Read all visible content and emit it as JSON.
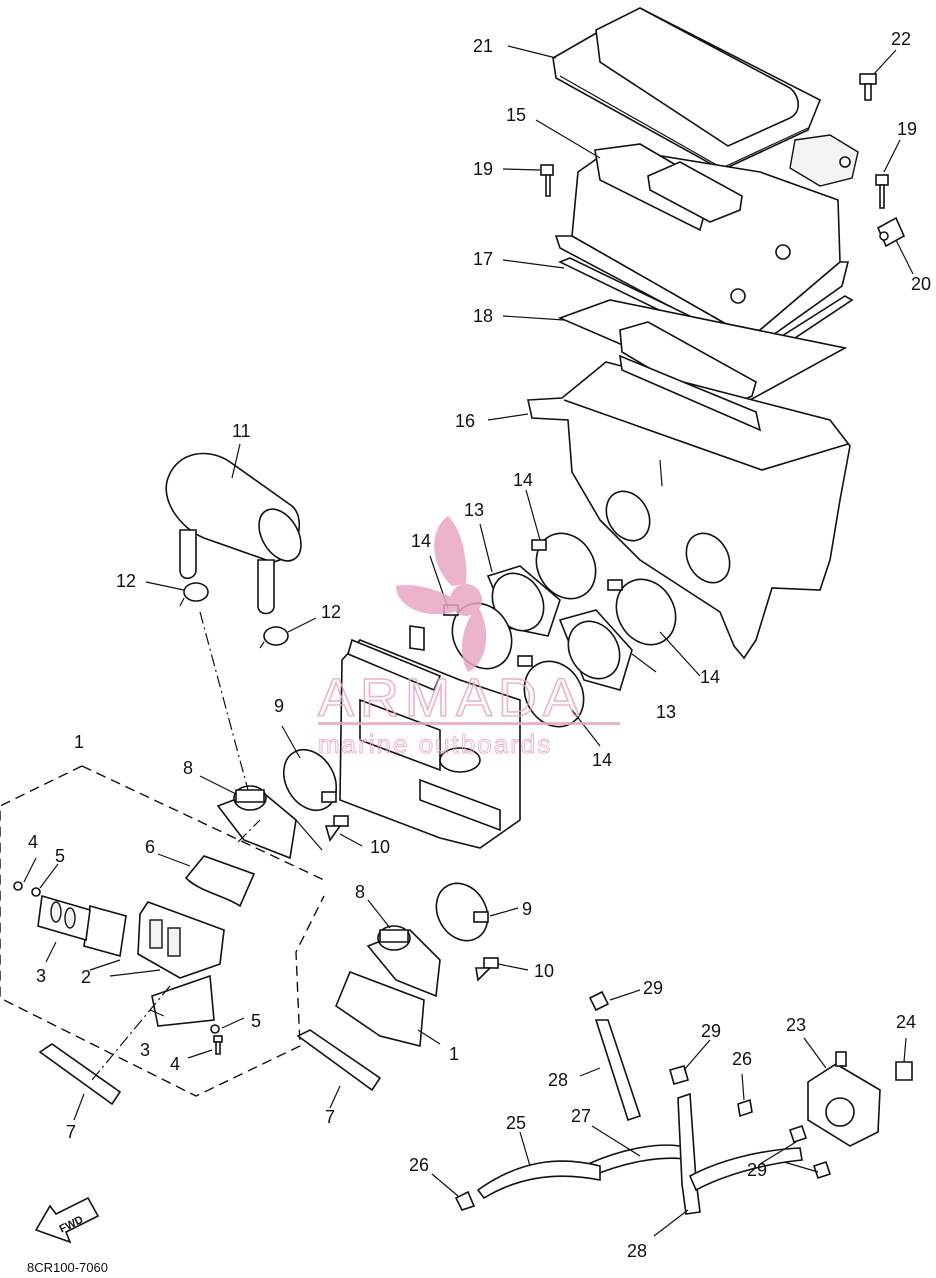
{
  "diagram": {
    "part_numbers": [
      "1",
      "2",
      "3",
      "4",
      "5",
      "6",
      "7",
      "8",
      "9",
      "10",
      "11",
      "12",
      "13",
      "14",
      "15",
      "16",
      "17",
      "18",
      "19",
      "20",
      "21",
      "22",
      "23",
      "24",
      "25",
      "26",
      "27",
      "28",
      "29"
    ],
    "callouts": [
      {
        "id": "c21",
        "label": "21"
      },
      {
        "id": "c22",
        "label": "22"
      },
      {
        "id": "c15",
        "label": "15"
      },
      {
        "id": "c19a",
        "label": "19"
      },
      {
        "id": "c19b",
        "label": "19"
      },
      {
        "id": "c17",
        "label": "17"
      },
      {
        "id": "c20",
        "label": "20"
      },
      {
        "id": "c18",
        "label": "18"
      },
      {
        "id": "c16",
        "label": "16"
      },
      {
        "id": "c11",
        "label": "11"
      },
      {
        "id": "c14a",
        "label": "14"
      },
      {
        "id": "c13a",
        "label": "13"
      },
      {
        "id": "c14b",
        "label": "14"
      },
      {
        "id": "c12a",
        "label": "12"
      },
      {
        "id": "c12b",
        "label": "12"
      },
      {
        "id": "c14c",
        "label": "14"
      },
      {
        "id": "c13b",
        "label": "13"
      },
      {
        "id": "c14d",
        "label": "14"
      },
      {
        "id": "c9a",
        "label": "9"
      },
      {
        "id": "c1a",
        "label": "1"
      },
      {
        "id": "c8a",
        "label": "8"
      },
      {
        "id": "c4a",
        "label": "4"
      },
      {
        "id": "c5a",
        "label": "5"
      },
      {
        "id": "c6",
        "label": "6"
      },
      {
        "id": "c10a",
        "label": "10"
      },
      {
        "id": "c8b",
        "label": "8"
      },
      {
        "id": "c9b",
        "label": "9"
      },
      {
        "id": "c3a",
        "label": "3"
      },
      {
        "id": "c2",
        "label": "2"
      },
      {
        "id": "c10b",
        "label": "10"
      },
      {
        "id": "c5b",
        "label": "5"
      },
      {
        "id": "c3b",
        "label": "3"
      },
      {
        "id": "c4b",
        "label": "4"
      },
      {
        "id": "c1b",
        "label": "1"
      },
      {
        "id": "c7a",
        "label": "7"
      },
      {
        "id": "c7b",
        "label": "7"
      },
      {
        "id": "c29a",
        "label": "29"
      },
      {
        "id": "c29b",
        "label": "29"
      },
      {
        "id": "c23",
        "label": "23"
      },
      {
        "id": "c24",
        "label": "24"
      },
      {
        "id": "c26a",
        "label": "26"
      },
      {
        "id": "c28a",
        "label": "28"
      },
      {
        "id": "c27",
        "label": "27"
      },
      {
        "id": "c25",
        "label": "25"
      },
      {
        "id": "c29c",
        "label": "29"
      },
      {
        "id": "c26b",
        "label": "26"
      },
      {
        "id": "c28b",
        "label": "28"
      }
    ],
    "diagram_code": "8CR100-7060",
    "fwd_label": "FWD"
  },
  "watermark": {
    "brand": "ARMADA",
    "tagline": "marine outboards",
    "colors": {
      "pink": "#e8a6c4",
      "rule": "#e8a6c4"
    }
  }
}
